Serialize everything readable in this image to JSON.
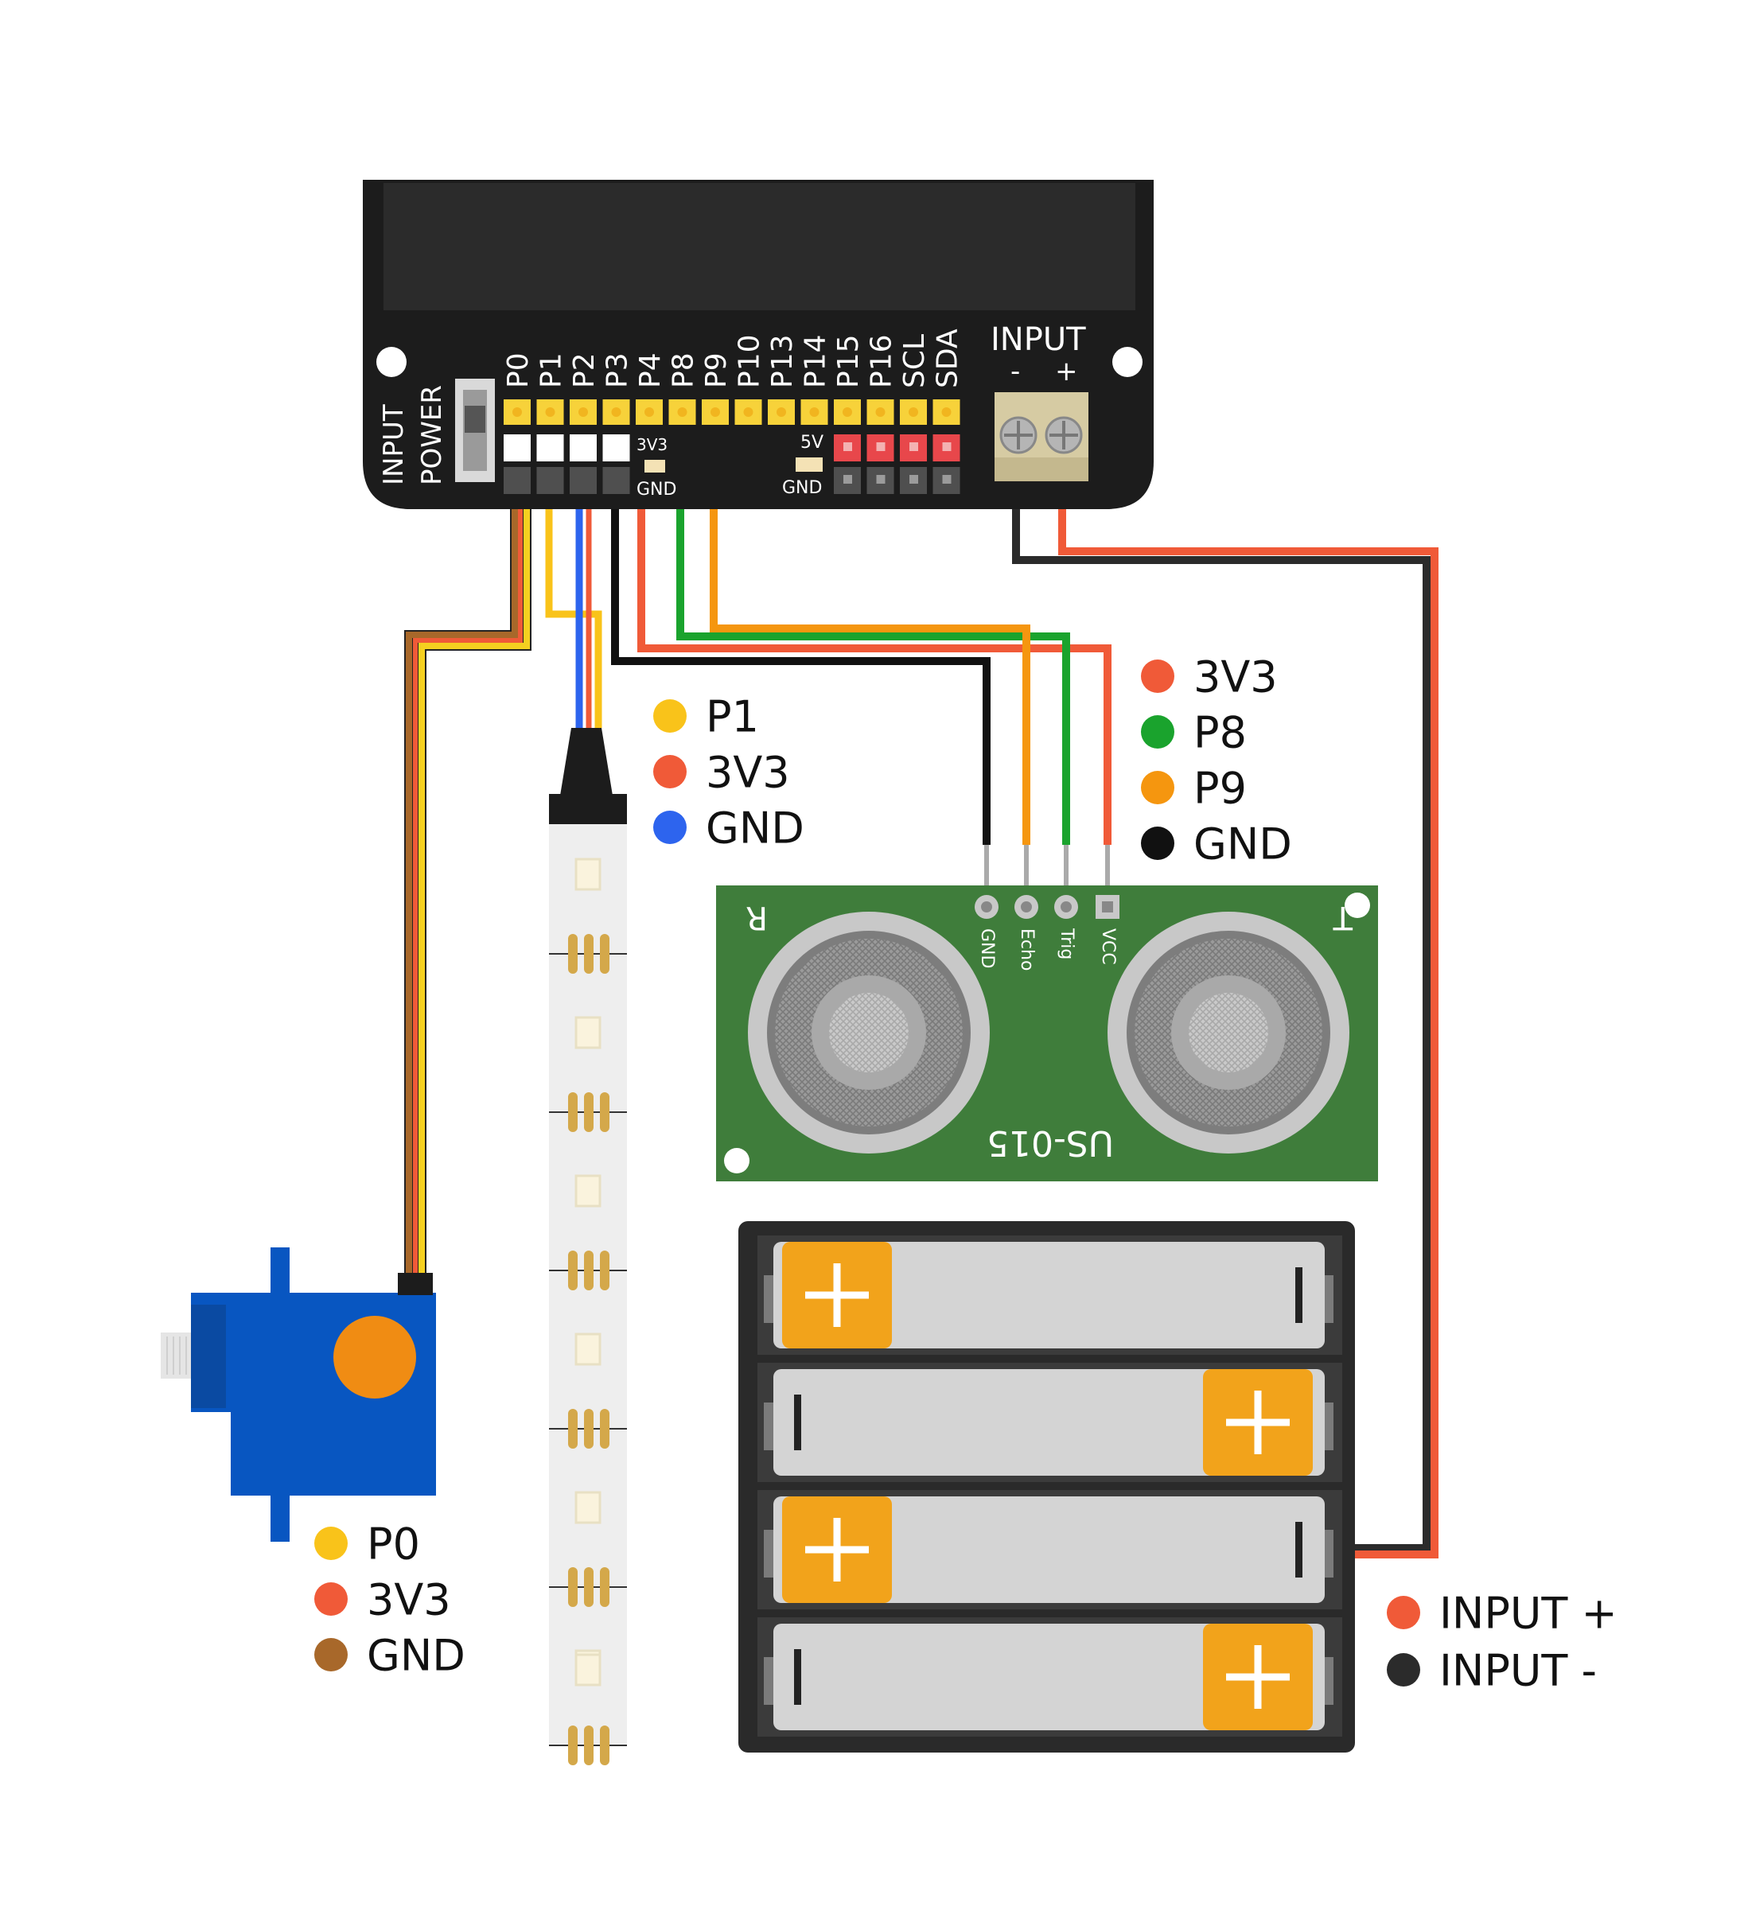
{
  "board": {
    "pins": [
      "P0",
      "P1",
      "P2",
      "P3",
      "P4",
      "P8",
      "P9",
      "P10",
      "P13",
      "P14",
      "P15",
      "P16",
      "SCL",
      "SDA"
    ],
    "input_power": [
      "INPUT",
      "POWER"
    ],
    "input_block": "INPUT",
    "input_minus": "-",
    "input_plus": "+",
    "label_3v3": "3V3",
    "label_gnd_left": "GND",
    "label_5v": "5V",
    "label_gnd_right": "GND"
  },
  "sensor": {
    "model": "US-015",
    "left_letter": "R",
    "right_letter": "T",
    "pins": [
      "GND",
      "Echo",
      "Trig",
      "VCC"
    ]
  },
  "legends": {
    "sensor": [
      {
        "label": "3V3",
        "color": "#f05a38"
      },
      {
        "label": "P8",
        "color": "#1aa32d"
      },
      {
        "label": "P9",
        "color": "#f5960f"
      },
      {
        "label": "GND",
        "color": "#111111"
      }
    ],
    "strip": [
      {
        "label": "P1",
        "color": "#f9c31a"
      },
      {
        "label": "3V3",
        "color": "#f05a38"
      },
      {
        "label": "GND",
        "color": "#2d64ee"
      }
    ],
    "servo": [
      {
        "label": "P0",
        "color": "#f9c31a"
      },
      {
        "label": "3V3",
        "color": "#f05a38"
      },
      {
        "label": "GND",
        "color": "#a8682a"
      }
    ],
    "battery": [
      {
        "label": "INPUT +",
        "color": "#f05a38"
      },
      {
        "label": "INPUT -",
        "color": "#2b2b2b"
      }
    ]
  },
  "colors": {
    "board": "#1c1c1c",
    "pin_yellow": "#f7d23a",
    "pin_red": "#e8474b",
    "pin_gray": "#4f4f4f",
    "sensor_pcb": "#3f7d3b",
    "servo_blue": "#0856c1",
    "servo_horn": "#f08c13",
    "battery_plus": "#f2a31b"
  },
  "icons": [
    "plus-sign-icon"
  ]
}
